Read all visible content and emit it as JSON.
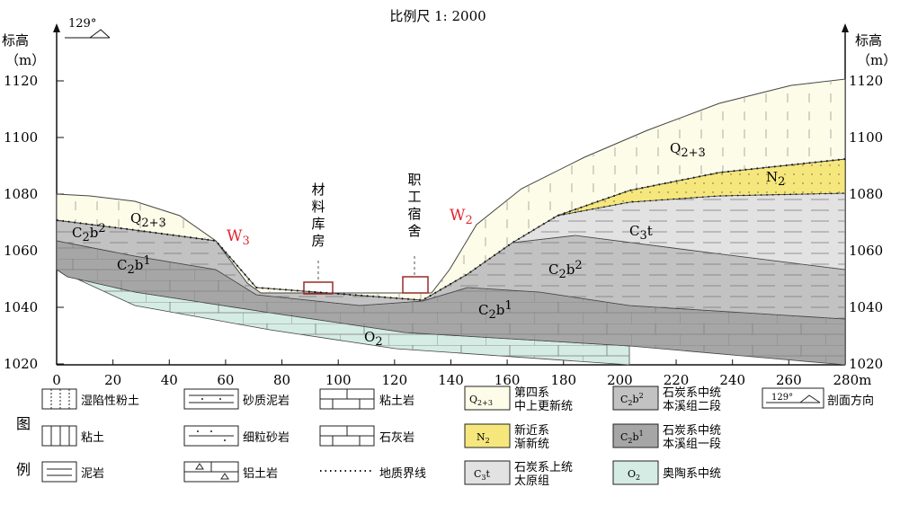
{
  "title": "比例尺 1: 2000",
  "axis": {
    "label_chars": [
      "标高"
    ],
    "unit": "（m）",
    "direction_left": "129°",
    "y_ticks": [
      "1120",
      "1100",
      "1080",
      "1060",
      "1040",
      "1020"
    ],
    "y_ticks_right": [
      "1120",
      "1100",
      "1080",
      "1060",
      "1040",
      "1020"
    ],
    "x_ticks": [
      "0",
      "20",
      "40",
      "60",
      "80",
      "100",
      "120",
      "140",
      "160",
      "180",
      "200",
      "220",
      "240",
      "260",
      "280m"
    ]
  },
  "wells": {
    "w3": "W",
    "w3_sub": "3",
    "w2": "W",
    "w2_sub": "2"
  },
  "buildings": {
    "storage": "材料库房",
    "dorm": "职工宿舍"
  },
  "units": {
    "q_main": "Q",
    "q_sub": "2+3",
    "n": "N",
    "n_sub": "2",
    "c3t": "C",
    "c3t_sub": "3",
    "c3t_t": "t",
    "c2b2": "C",
    "c2b2_sub": "2",
    "c2b2_b": "b",
    "c2b2_sup": "2",
    "c2b1": "C",
    "c2b1_sub": "2",
    "c2b1_b": "b",
    "c2b1_sup": "1",
    "o2": "O",
    "o2_sub": "2"
  },
  "legend": {
    "title_chars": [
      "图",
      "例"
    ],
    "items": {
      "collapsible_silt": "湿陷性粉土",
      "sandy_mudstone": "砂质泥岩",
      "clay_rock": "粘土岩",
      "q_desc_1": "第四系",
      "q_desc_2": "中上更新统",
      "c2b2_desc_1": "石炭系中统",
      "c2b2_desc_2": "本溪组二段",
      "section_direction": "剖面方向",
      "clay": "粘土",
      "fine_sandstone": "细粒砂岩",
      "limestone": "石灰岩",
      "n_desc_1": "新近系",
      "n_desc_2": "渐新统",
      "c2b1_desc_1": "石炭系中统",
      "c2b1_desc_2": "本溪组一段",
      "mudstone": "泥岩",
      "bauxite": "铝土岩",
      "geo_boundary": "地质界线",
      "c3t_desc_1": "石炭系上统",
      "c3t_desc_2": "太原组",
      "o2_desc": "奥陶系中统",
      "sw_q": "Q",
      "sw_q_sub": "2+3",
      "sw_n": "N",
      "sw_n_sub": "2",
      "sw_c3t": "C",
      "sw_c3t_sub": "3",
      "sw_c3t_t": "t",
      "sw_c2b2": "C",
      "sw_c2b2_sub": "2",
      "sw_c2b2_b": "b",
      "sw_c2b2_sup": "2",
      "sw_c2b1": "C",
      "sw_c2b1_sub": "2",
      "sw_c2b1_b": "b",
      "sw_c2b1_sup": "1",
      "sw_o2": "O",
      "sw_o2_sub": "2",
      "sw_dir": "129°"
    }
  },
  "colors": {
    "quaternary": "#fdfce8",
    "neogene": "#f6e77d",
    "taiyuan": "#e2e2e2",
    "benxi2": "#c2c2c2",
    "benxi1": "#a6a6a6",
    "ordovician": "#d5ece5",
    "well_red": "#e0242c",
    "building_red": "#9a2a2a"
  }
}
